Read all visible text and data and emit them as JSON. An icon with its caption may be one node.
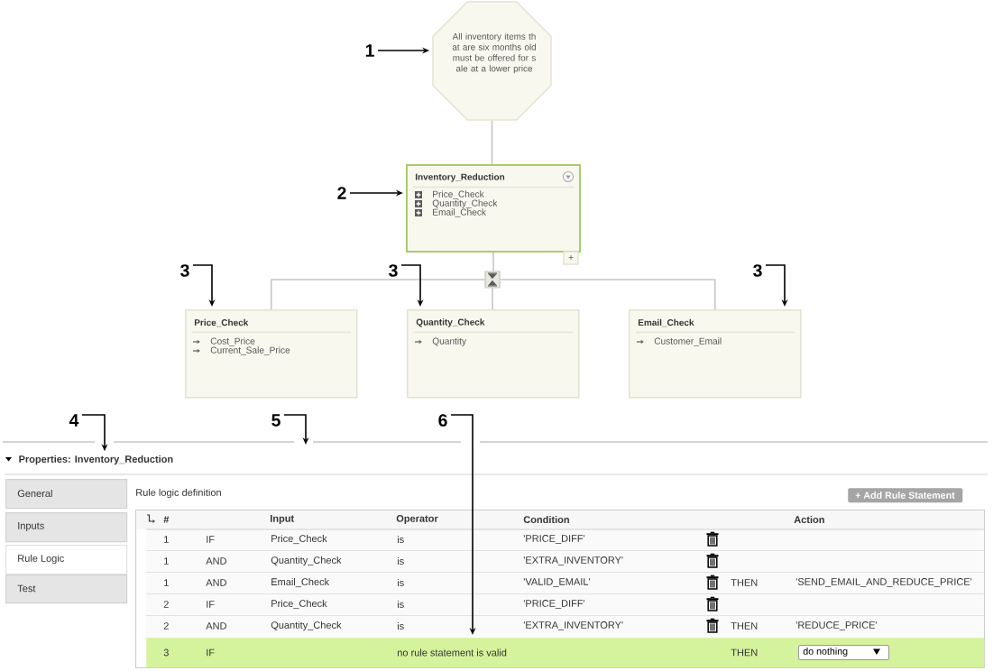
{
  "diagram": {
    "nodes": [
      {
        "text": [
          "1"
        ]
      },
      {
        "text": [
          "All inventory items th at are six months old must be offered for s ale at a lower price"
        ]
      },
      {
        "text": [
          "2"
        ]
      },
      {
        "text": [
          "Inventory_Reduction",
          "Price_Check",
          "Quantity_Check",
          "Email_Check"
        ]
      },
      {
        "text": [
          "+"
        ]
      },
      {
        "text": [],
        "shape": "box"
      },
      {
        "text": [
          "3"
        ]
      },
      {
        "text": [
          "3"
        ]
      },
      {
        "text": [
          "3"
        ]
      },
      {
        "text": [
          "Price_Check",
          "Cost_Price",
          "Current_Sale_Price"
        ]
      },
      {
        "text": [
          "Quantity_Check",
          "Quantity"
        ]
      },
      {
        "text": [
          "Email_Check",
          "Customer_Email"
        ]
      },
      {
        "text": [
          "4"
        ]
      },
      {
        "text": [
          "5"
        ]
      },
      {
        "text": [
          "6"
        ]
      },
      {
        "text": [
          "Properties: Inventory_Reduction"
        ]
      },
      {
        "text": [
          "General"
        ]
      },
      {
        "text": [
          "Inputs"
        ]
      },
      {
        "text": [
          "Rule Logic"
        ]
      },
      {
        "text": [
          "Test"
        ]
      },
      {
        "text": [
          "+ Add Rule Statement"
        ]
      },
      {
        "text": [
          "3",
          "IF",
          "no rule statement is valid",
          "THEN"
        ]
      },
      {
        "text": [
          "do nothing"
        ],
        "in": 21
      }
    ],
    "edges": [
      {
        "from": 0,
        "to": 1,
        "arrow": "to"
      },
      {
        "from": 2,
        "to": 3,
        "arrow": "to"
      },
      {
        "from": 1,
        "to": 3,
        "arrow": "none",
        "color": "#c6c6c6"
      },
      {
        "from": 3,
        "to": 5,
        "arrow": "none",
        "color": "#c6c6c6"
      },
      {
        "from": 5,
        "to": 9,
        "arrow": "none",
        "color": "#c6c6c6"
      },
      {
        "from": 5,
        "to": 10,
        "arrow": "none",
        "color": "#c6c6c6"
      },
      {
        "from": 5,
        "to": 11,
        "arrow": "none",
        "color": "#c6c6c6"
      },
      {
        "from": 6,
        "to": 9,
        "arrow": "to"
      },
      {
        "from": 7,
        "to": 10,
        "arrow": "to"
      },
      {
        "from": 8,
        "to": 11,
        "arrow": "to"
      },
      {
        "from": 12,
        "to": 15,
        "arrow": "to"
      },
      {
        "from": 13,
        "to": null,
        "arrow": "to"
      },
      {
        "from": 14,
        "to": 21,
        "arrow": "to"
      }
    ],
    "labels": [
      "Rule logic definition",
      "#",
      "Input",
      "Operator",
      "Condition",
      "Action",
      "1",
      "IF",
      "Price_Check",
      "is",
      "'PRICE_DIFF'",
      "1",
      "AND",
      "Quantity_Check",
      "is",
      "'EXTRA_INVENTORY'",
      "1",
      "AND",
      "Email_Check",
      "is",
      "'VALID_EMAIL'",
      "THEN",
      "'SEND_EMAIL_AND_REDUCE_PRICE'",
      "2",
      "IF",
      "Price_Check",
      "is",
      "'PRICE_DIFF'",
      "2",
      "AND",
      "Quantity_Check",
      "is",
      "'EXTRA_INVENTORY'",
      "THEN",
      "'REDUCE_PRICE'"
    ]
  }
}
